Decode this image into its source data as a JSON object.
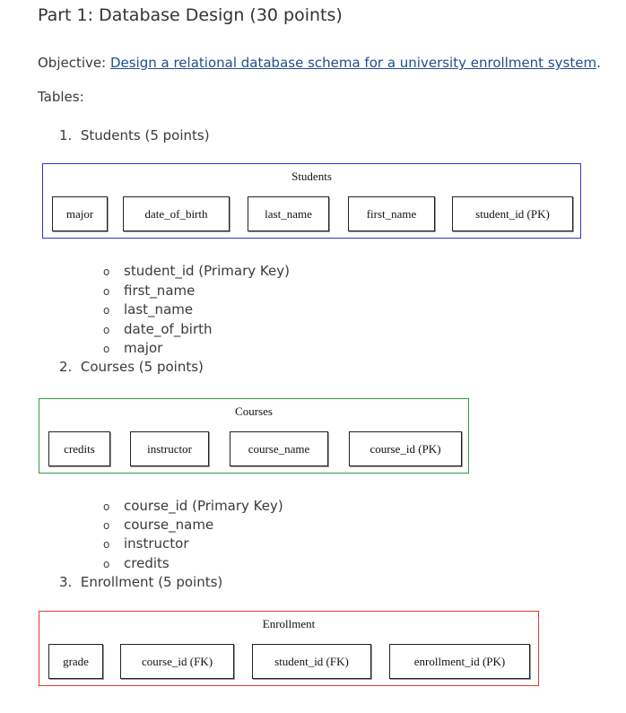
{
  "title": "Part 1: Database Design (30 points)",
  "objective": {
    "label": "Objective: ",
    "text": "Design a relational database schema for a university enrollment system",
    "end": "."
  },
  "tables_label": "Tables:",
  "sections": [
    {
      "number": "1.",
      "heading": "Students (5 points)",
      "diagram": {
        "name": "Students",
        "border_color": "#3333cc",
        "columns": [
          "major",
          "date_of_birth",
          "last_name",
          "first_name",
          "student_id (PK)"
        ]
      },
      "bullets": [
        "student_id (Primary Key)",
        "first_name",
        "last_name",
        "date_of_birth",
        "major"
      ]
    },
    {
      "number": "2.",
      "heading": "Courses (5 points)",
      "diagram": {
        "name": "Courses",
        "border_color": "#2e9e3a",
        "columns": [
          "credits",
          "instructor",
          "course_name",
          "course_id (PK)"
        ]
      },
      "bullets": [
        "course_id (Primary Key)",
        "course_name",
        "instructor",
        "credits"
      ]
    },
    {
      "number": "3.",
      "heading": "Enrollment (5 points)",
      "diagram": {
        "name": "Enrollment",
        "border_color": "#e53935",
        "columns": [
          "grade",
          "course_id (FK)",
          "student_id (FK)",
          "enrollment_id (PK)"
        ]
      }
    }
  ],
  "bullet_glyph": "o"
}
